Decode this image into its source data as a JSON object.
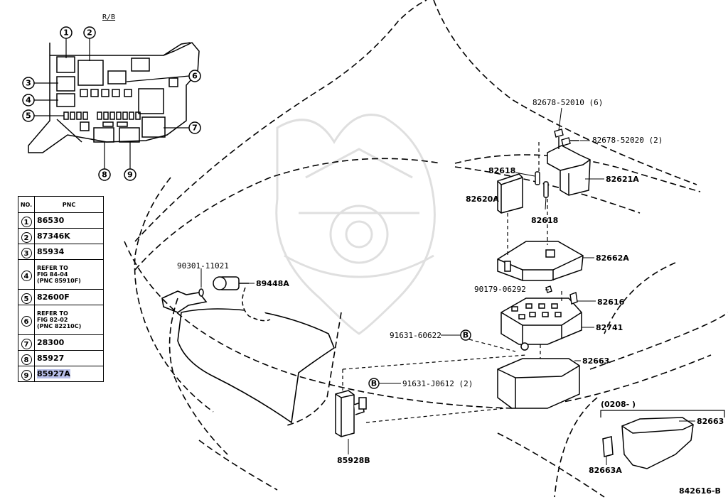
{
  "inset": {
    "title": "R/B",
    "callouts": [
      "1",
      "2",
      "3",
      "4",
      "5",
      "6",
      "7",
      "8",
      "9"
    ]
  },
  "table": {
    "headers": [
      "NO.",
      "PNC"
    ],
    "rows": [
      {
        "no": "1",
        "pnc": "86530"
      },
      {
        "no": "2",
        "pnc": "87346K"
      },
      {
        "no": "3",
        "pnc": "85934"
      },
      {
        "no": "4",
        "pnc": "REFER TO\nFIG 84-04\n(PNC 85910F)"
      },
      {
        "no": "5",
        "pnc": "82600F"
      },
      {
        "no": "6",
        "pnc": "REFER TO\nFIG 82-02\n(PNC 82210C)"
      },
      {
        "no": "7",
        "pnc": "28300"
      },
      {
        "no": "8",
        "pnc": "85927"
      },
      {
        "no": "9",
        "pnc": "85927A",
        "highlighted": true
      }
    ]
  },
  "labels": {
    "p82678_52010": "82678-52010 (6)",
    "p82678_52020": "82678-52020 (2)",
    "p82618_top": "82618",
    "p82618_bottom": "82618",
    "p82621A": "82621A",
    "p82620A": "82620A",
    "p82662A": "82662A",
    "p90179": "90179-06292",
    "p82616": "82616",
    "p82741": "82741",
    "p91631_60622": "91631-60622",
    "p91631_J0612": "91631-J0612 (2)",
    "p82663": "82663",
    "p90301": "90301-11021",
    "p89448A": "89448A",
    "p85928B": "85928B",
    "date_range": "(0208-        )",
    "p82663_inset": "82663",
    "p82663A": "82663A",
    "b_marker": "B",
    "figure_id": "842616-B"
  }
}
